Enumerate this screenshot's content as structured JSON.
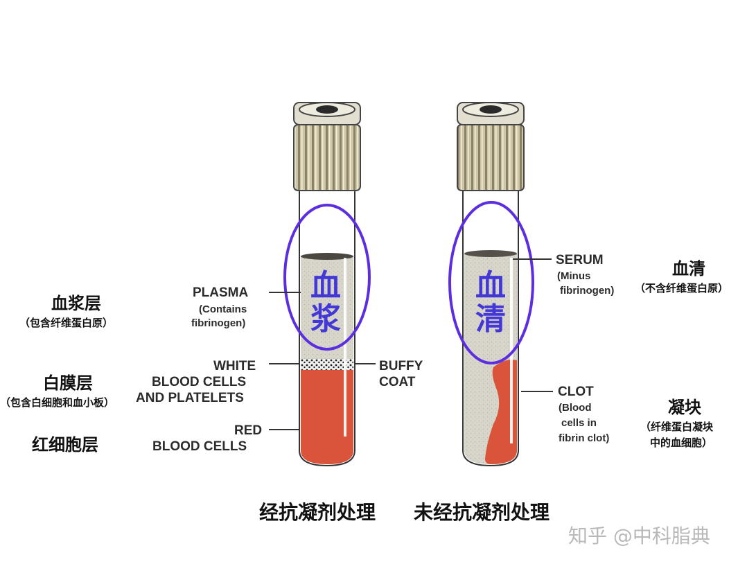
{
  "labels_en": {
    "plasma": "PLASMA",
    "plasma_note_1": "(Contains",
    "plasma_note_2": "fibrinogen)",
    "white_1": "WHITE",
    "white_2": "BLOOD CELLS",
    "white_3": "AND PLATELETS",
    "red_1": "RED",
    "red_2": "BLOOD CELLS",
    "buffy_1": "BUFFY",
    "buffy_2": "COAT",
    "serum": "SERUM",
    "serum_note_1": "(Minus",
    "serum_note_2": "fibrinogen)",
    "clot": "CLOT",
    "clot_note_1": "(Blood",
    "clot_note_2": "cells in",
    "clot_note_3": "fibrin clot)"
  },
  "labels_cn": {
    "plasma_layer": "血浆层",
    "plasma_layer_note": "（包含纤维蛋白原）",
    "buffy_layer": "白膜层",
    "buffy_layer_note": "（包含白细胞和血小板）",
    "red_layer": "红细胞层",
    "serum": "血清",
    "serum_note": "（不含纤维蛋白原）",
    "clot": "凝块",
    "clot_note_1": "（纤维蛋白凝块",
    "clot_note_2": "中的血细胞）"
  },
  "tube_labels": {
    "left_1": "血",
    "left_2": "浆",
    "right_1": "血",
    "right_2": "清"
  },
  "captions": {
    "left": "经抗凝剂处理",
    "right": "未经抗凝剂处理"
  },
  "watermark": "知乎 @中科脂典",
  "colors": {
    "highlight": "#5b2ee0",
    "blood": "#d9543a",
    "plasma": "#d6d3c8",
    "cap": "#c9c1a0"
  }
}
